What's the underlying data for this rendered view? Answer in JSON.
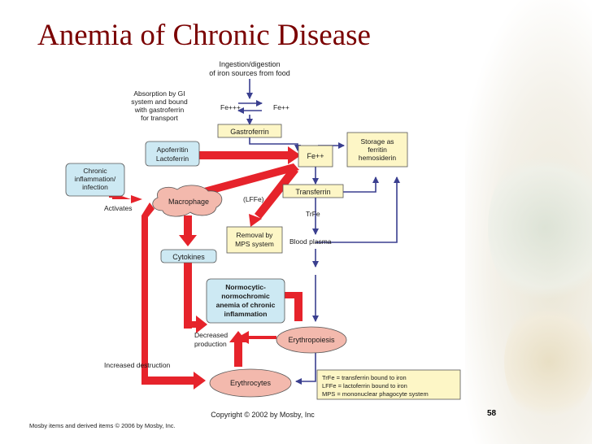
{
  "slide": {
    "title": "Anemia of Chronic Disease",
    "slide_number": "58",
    "footer": "Mosby items and derived items © 2006 by Mosby, Inc."
  },
  "diagram": {
    "ingestion_line1": "Ingestion/digestion",
    "ingestion_line2": "of iron sources from food",
    "absorption_line1": "Absorption by GI",
    "absorption_line2": "system and bound",
    "absorption_line3": "with gastroferrin",
    "absorption_line4": "for transport",
    "fe3": "Fe+++",
    "fe2_top": "Fe++",
    "gastroferrin": "Gastroferrin",
    "fe2_center": "Fe++",
    "storage_line1": "Storage as",
    "storage_line2": "ferritin",
    "storage_line3": "hemosiderin",
    "apoferritin": "Apoferritin",
    "lactoferrin": "Lactoferrin",
    "chronic_line1": "Chronic",
    "chronic_line2": "inflammation/",
    "chronic_line3": "infection",
    "activates": "Activates",
    "macrophage": "Macrophage",
    "lffe": "(LFFe)",
    "transferrin": "Transferrin",
    "trfe": "TrFe",
    "removal_line1": "Removal by",
    "removal_line2": "MPS system",
    "blood_plasma": "Blood plasma",
    "cytokines": "Cytokines",
    "anemia_line1": "Normocytic-",
    "anemia_line2": "normochromic",
    "anemia_line3": "anemia of chronic",
    "anemia_line4": "inflammation",
    "decreased_line1": "Decreased",
    "decreased_line2": "production",
    "erythropoiesis": "Erythropoiesis",
    "increased_destruction": "Increased destruction",
    "erythrocytes": "Erythrocytes",
    "legend_trfe": "TrFe  =  transferrin bound to iron",
    "legend_lffe": "LFFe  =  lactoferrin bound to iron",
    "legend_mps": "MPS  =  mononuclear phagocyte system",
    "copyright": "Copyright © 2002 by Mosby, Inc"
  }
}
